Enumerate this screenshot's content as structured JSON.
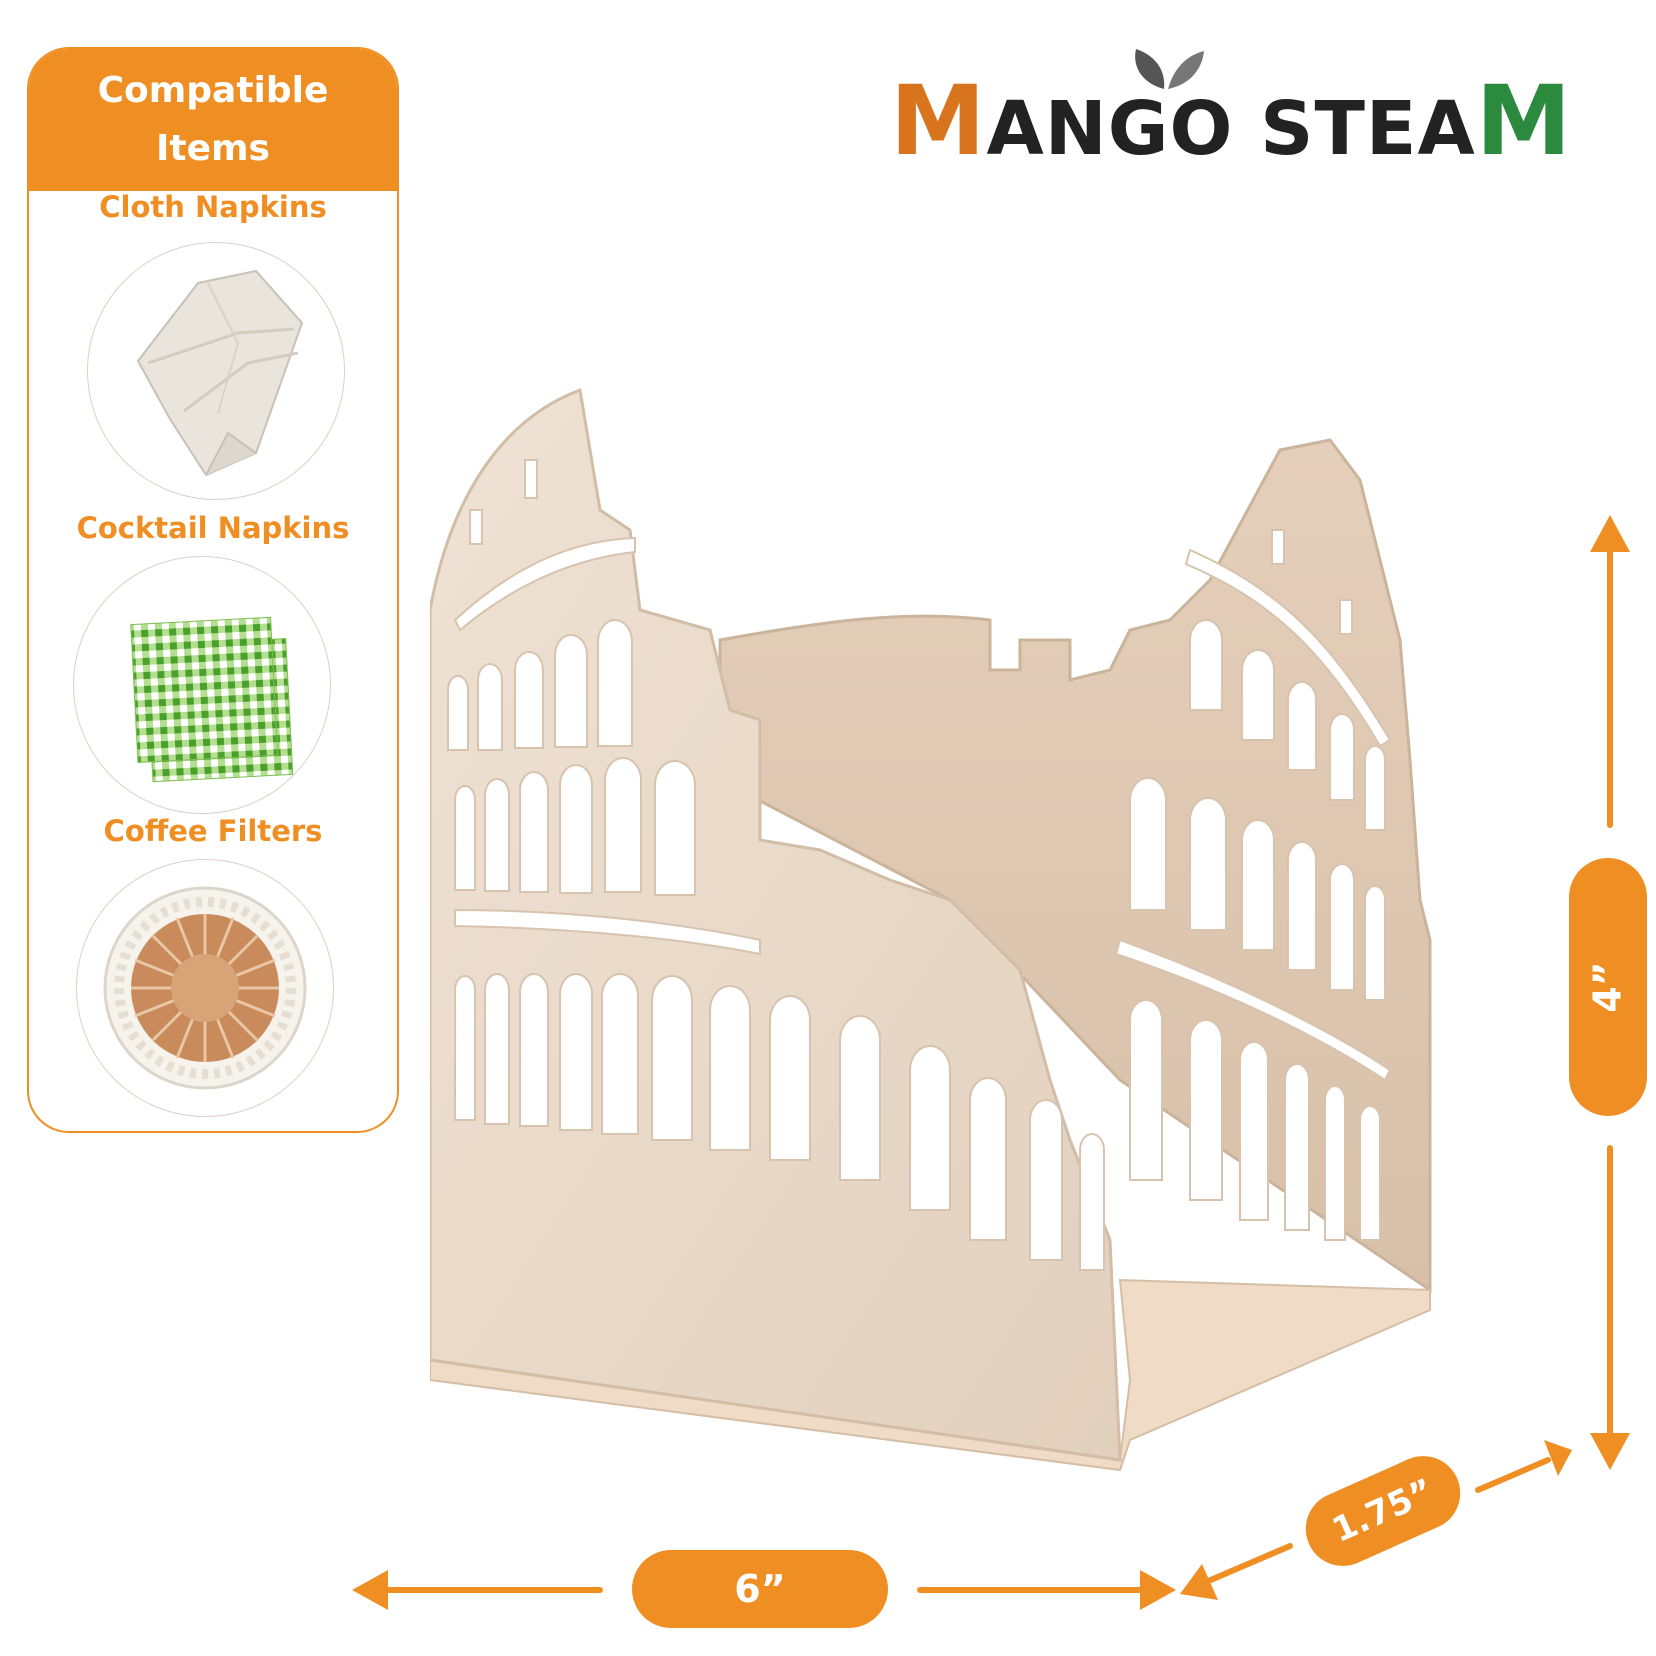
{
  "brand": {
    "first_letter": "M",
    "middle": "ANGO STEA",
    "last_letter": "M",
    "colors": {
      "first": "#d8741d",
      "middle": "#222222",
      "last": "#2b8a3e"
    }
  },
  "card": {
    "title": "Compatible Items",
    "accent_color": "#ef8f23",
    "items": [
      {
        "label": "Cloth Napkins",
        "icon": "cloth-napkin-icon"
      },
      {
        "label": "Cocktail Napkins",
        "icon": "gingham-napkin-icon"
      },
      {
        "label": "Coffee Filters",
        "icon": "coffee-filter-icon"
      }
    ]
  },
  "dimensions": {
    "width": "6”",
    "depth": "1.75”",
    "height": "4”"
  }
}
